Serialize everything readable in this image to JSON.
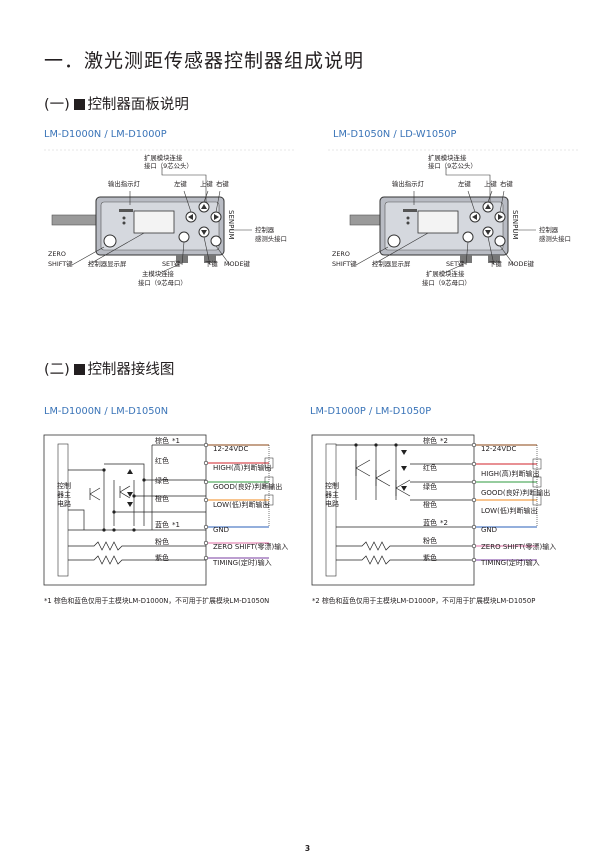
{
  "title": "一．激光测距传感器控制器组成说明",
  "section1": {
    "number": "(一)",
    "title": "控制器面板说明"
  },
  "section2": {
    "number": "(二)",
    "title": "控制器接线图"
  },
  "panel_left": {
    "model": "LM-D1000N / LM-D1000P",
    "brand": "SENPUM",
    "labels": {
      "expansion_top": "扩展模块连接",
      "expansion_top_2": "接口（9芯公头）",
      "output_light": "输出指示灯",
      "left_key": "左键",
      "up_key": "上键",
      "right_key": "右键",
      "sensor_port": "控制器",
      "sensor_port_2": "感测头接口",
      "zero": "ZERO",
      "zero_2": "SHIFT键",
      "display": "控制器显示屏",
      "set_key": "SET键",
      "down_key": "下键",
      "mode_key": "MODE键",
      "main_port": "主模块连接",
      "main_port_2": "接口（9芯母口）"
    }
  },
  "panel_right": {
    "model": "LM-D1050N / LD-W1050P",
    "brand": "SENPUM",
    "labels": {
      "expansion_top": "扩展模块连接",
      "expansion_top_2": "接口（9芯公头）",
      "output_light": "输出指示灯",
      "left_key": "左键",
      "up_key": "上键",
      "right_key": "右键",
      "sensor_port": "控制器",
      "sensor_port_2": "感测头接口",
      "zero": "ZERO",
      "zero_2": "SHIFT键",
      "display": "控制器显示屏",
      "set_key": "SET键",
      "down_key": "下键",
      "mode_key": "MODE键",
      "main_port": "扩展模块连接",
      "main_port_2": "接口（9芯母口）"
    }
  },
  "wiring_left": {
    "model": "LM-D1000N / LM-D1050N",
    "circuit_label": "控制器主电路",
    "wires": [
      {
        "color_name": "棕色",
        "mark": "*1",
        "signal": "12-24VDC",
        "hex": "#8b4513"
      },
      {
        "color_name": "红色",
        "mark": "",
        "signal": "HIGH(高)判断输出",
        "hex": "#d0202a"
      },
      {
        "color_name": "绿色",
        "mark": "",
        "signal": "GOOD(良好)判断输出",
        "hex": "#2e9a3c"
      },
      {
        "color_name": "橙色",
        "mark": "",
        "signal": "LOW(低)判断输出",
        "hex": "#f08a1c"
      },
      {
        "color_name": "蓝色",
        "mark": "*1",
        "signal": "GND",
        "hex": "#2a5fb8"
      },
      {
        "color_name": "粉色",
        "mark": "",
        "signal": "ZERO SHIFT(零漂)输入",
        "hex": "#e06fa4"
      },
      {
        "color_name": "紫色",
        "mark": "",
        "signal": "TIMING(定时)输入",
        "hex": "#7a3ea0"
      }
    ],
    "note": "*1 棕色和蓝色仅用于主模块LM-D1000N，不可用于扩展模块LM-D1050N"
  },
  "wiring_right": {
    "model": "LM-D1000P / LM-D1050P",
    "circuit_label": "控制器主电路",
    "wires": [
      {
        "color_name": "棕色",
        "mark": "*2",
        "signal": "12-24VDC",
        "hex": "#8b4513"
      },
      {
        "color_name": "红色",
        "mark": "",
        "signal": "HIGH(高)判断输出",
        "hex": "#d0202a"
      },
      {
        "color_name": "绿色",
        "mark": "",
        "signal": "GOOD(良好)判断输出",
        "hex": "#2e9a3c"
      },
      {
        "color_name": "橙色",
        "mark": "",
        "signal": "LOW(低)判断输出",
        "hex": "#f08a1c"
      },
      {
        "color_name": "蓝色",
        "mark": "*2",
        "signal": "GND",
        "hex": "#2a5fb8"
      },
      {
        "color_name": "粉色",
        "mark": "",
        "signal": "ZERO SHIFT(零漂)输入",
        "hex": "#e06fa4"
      },
      {
        "color_name": "紫色",
        "mark": "",
        "signal": "TIMING(定时)输入",
        "hex": "#7a3ea0"
      }
    ],
    "note": "*2 棕色和蓝色仅用于主模块LM-D1000P，不可用于扩展模块LM-D1050P"
  },
  "page_number": "3"
}
